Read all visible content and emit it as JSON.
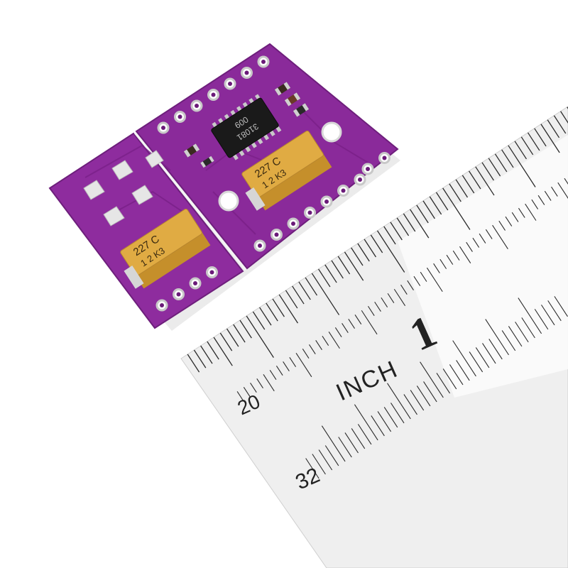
{
  "photo": {
    "ruler": {
      "unit_label": "INCH",
      "inch_number": "1",
      "metric_label_1": "20",
      "metric_label_2": "32"
    },
    "board": {
      "capacitor_1": {
        "line1": "227 C",
        "line2": "1 2 K3"
      },
      "capacitor_2": {
        "line1": "227 C",
        "line2": "1 2 K3"
      },
      "chip": {
        "line1": "31081",
        "line2": "009"
      }
    },
    "colors": {
      "pcb": "#8a2a9a",
      "capacitor": "#d9a43a",
      "ruler": "#f2f2f2",
      "chip": "#1a1a1a"
    }
  }
}
